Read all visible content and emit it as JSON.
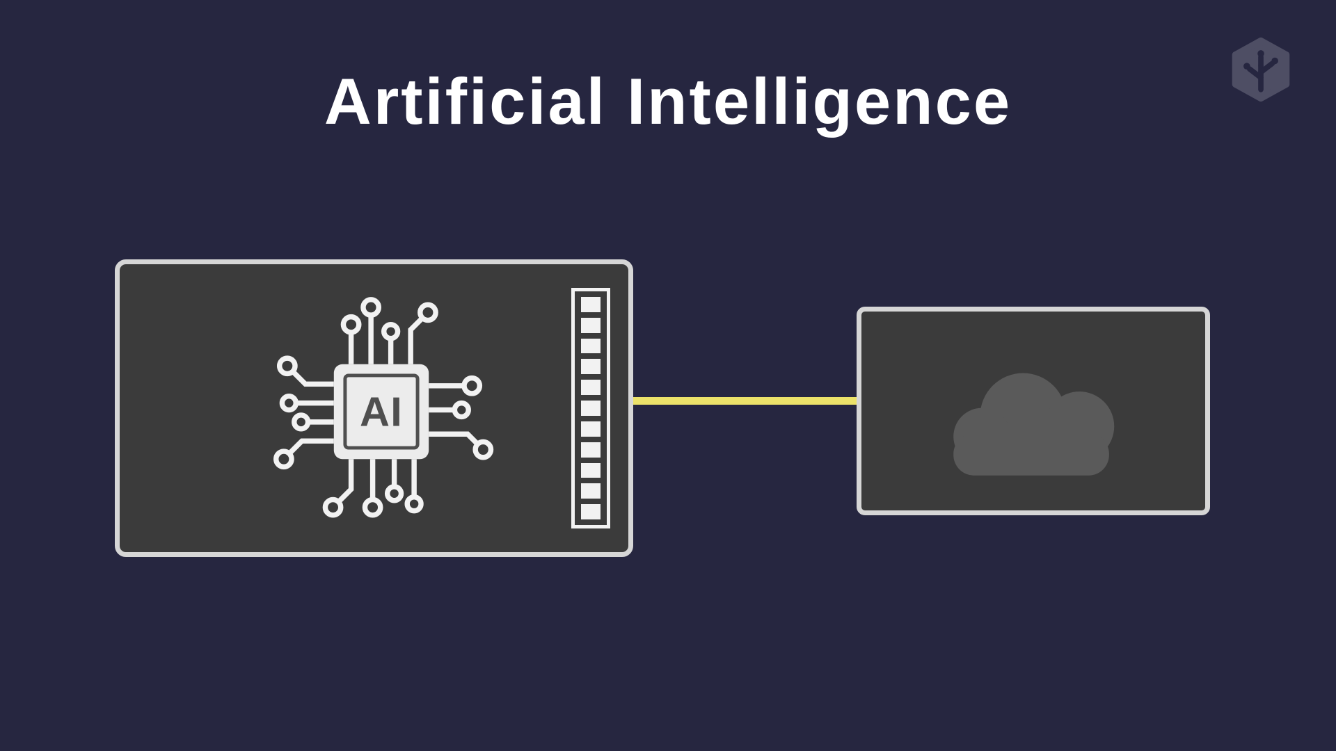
{
  "title": "Artificial Intelligence",
  "brand": {
    "logo_icon": "hexagon-tree-logo"
  },
  "diagram": {
    "ai_device": {
      "label": "ai-processor-box",
      "chip_label": "AI",
      "connector_segments": 11
    },
    "link": {
      "style": "solid",
      "color": "#ece26a"
    },
    "cloud_device": {
      "label": "cloud-box",
      "icon": "cloud"
    }
  },
  "colors": {
    "background": "#262640",
    "panel_fill": "#3b3b3b",
    "panel_border": "#d6d6d6",
    "accent_yellow": "#ece26a",
    "cloud_gray": "#5a5a5a",
    "text_white": "#ffffff",
    "logo_gray": "#4e4e64",
    "chip_face": "#ececec",
    "chip_ink": "#4f4f4f",
    "trace_white": "#f2f2f2"
  }
}
